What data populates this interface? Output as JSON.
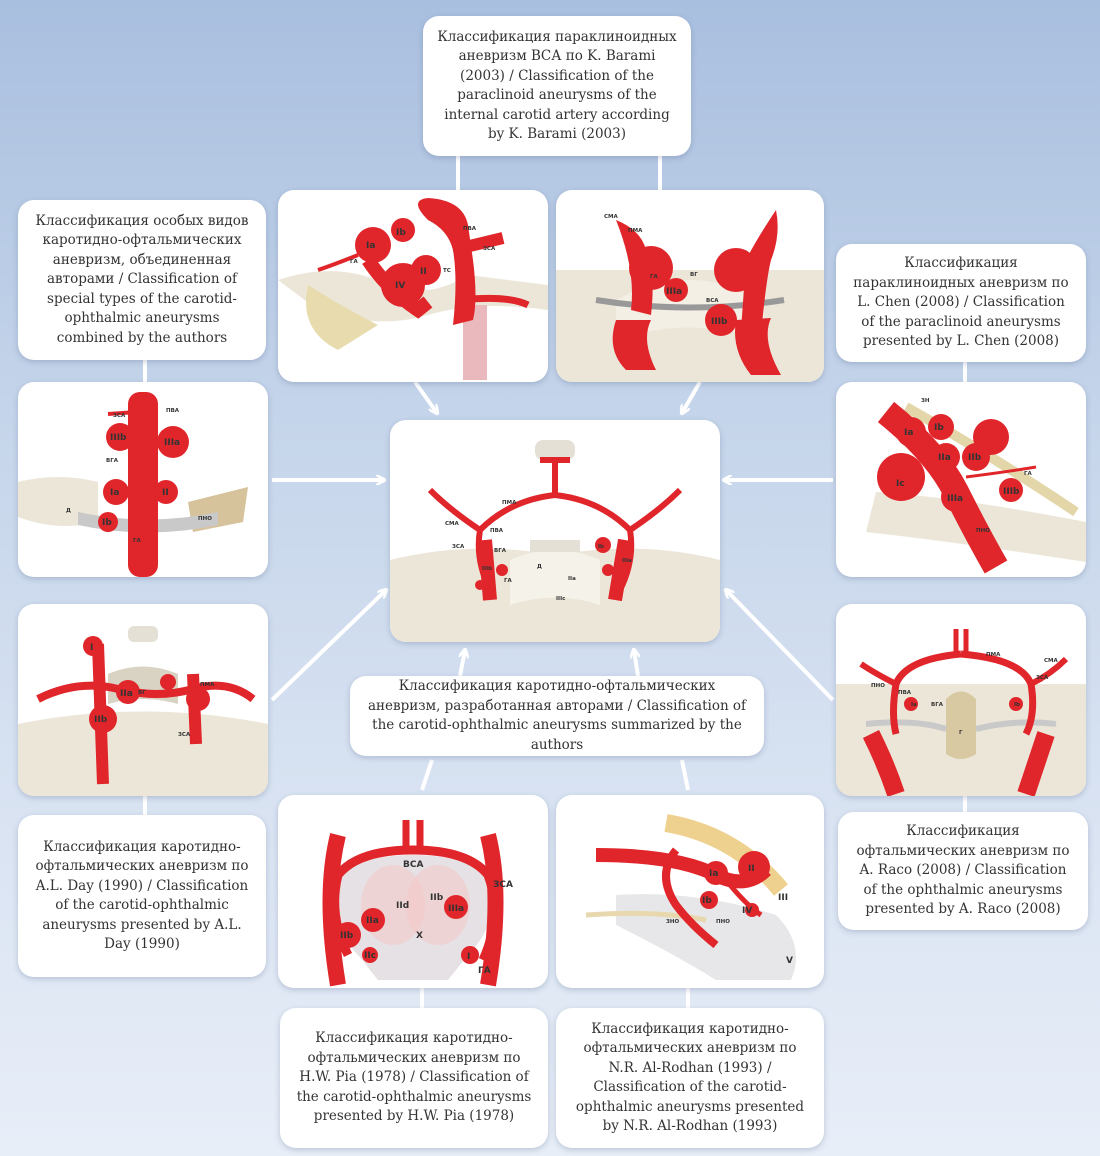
{
  "captions": {
    "barami": "Классификация параклиноидных аневризм ВСА по K. Barami (2003) / Classification of the paraclinoid aneurysms of the internal carotid artery according by K. Barami (2003)",
    "authors_special": "Классификация особых видов каротидно-офтальмических аневризм, объединенная авторами / Classification of special types of the carotid-ophthalmic aneurysms combined by the authors",
    "chen": "Классификация параклиноидных аневризм по L. Chen (2008) / Classification of the paraclinoid aneurysms presented by L. Chen (2008)",
    "authors_summary": "Классификация каротидно-офтальмических аневризм, разработанная авторами / Classification of the carotid-ophthalmic aneurysms summarized by the authors",
    "day": "Классификация каротидно-офтальмических аневризм по A.L. Day (1990) / Classification of the carotid-ophthalmic aneurysms presented by A.L. Day (1990)",
    "raco": "Классификация офтальмических аневризм по A. Raco (2008) / Classification of the ophthalmic aneurysms presented by A. Raco (2008)",
    "pia": "Классификация каротидно-офтальмических аневризм по H.W. Pia (1978) / Classification of the carotid-ophthalmic aneurysms presented by H.W. Pia (1978)",
    "alrodhan": "Классификация каротидно-офтальмических аневризм по N.R. Al-Rodhan (1993) / Classification of the carotid-ophthalmic aneurysms presented by N.R. Al-Rodhan (1993)"
  },
  "labels": {
    "barami_panel": [
      "Ia",
      "Ib",
      "II",
      "IV",
      "ПВА",
      "ЗСА",
      "ГА",
      "ТС"
    ],
    "barami2_panel": [
      "СМА",
      "ПМА",
      "ГА",
      "ВГ",
      "IIIa",
      "ВСА",
      "IIIb"
    ],
    "special_panel": [
      "ПВА",
      "ЗСА",
      "IIIb",
      "IIIa",
      "ВГА",
      "Ia",
      "II",
      "Ib",
      "Д",
      "ГА",
      "ПНО"
    ],
    "chen_panel": [
      "ЗН",
      "Ia",
      "Ib",
      "IIa",
      "IIb",
      "Ic",
      "IIIa",
      "IIIb",
      "ГА",
      "ПНО"
    ],
    "center_panel": [
      "ПМА",
      "СМА",
      "ПВА",
      "ЗСА",
      "ВГА",
      "Д",
      "ГА",
      "IIIb",
      "IIa",
      "IIIa",
      "Ib",
      "IIIc"
    ],
    "day_panel": [
      "I",
      "IIa",
      "IIb",
      "ПМА",
      "ВГ",
      "ЗСА"
    ],
    "raco_panel": [
      "ПМА",
      "СМА",
      "ЗСА",
      "ПНО",
      "ПВА",
      "ВГА",
      "Ia",
      "Ib",
      "Г"
    ],
    "pia_panel": [
      "ВСА",
      "ЗСА",
      "IId",
      "IIb",
      "IIIa",
      "IIa",
      "IIb",
      "IIc",
      "X",
      "I",
      "ГА"
    ],
    "alrodhan_panel": [
      "Ia",
      "II",
      "Ib",
      "IV",
      "III",
      "ЗНО",
      "ПНО",
      "V"
    ]
  },
  "colors": {
    "artery": "#e0262b",
    "artery_dark": "#b3151a",
    "bone": "#ece6d8",
    "background_top": "#a9bfdf",
    "background_bottom": "#e8eef8",
    "connector": "#ffffff"
  }
}
